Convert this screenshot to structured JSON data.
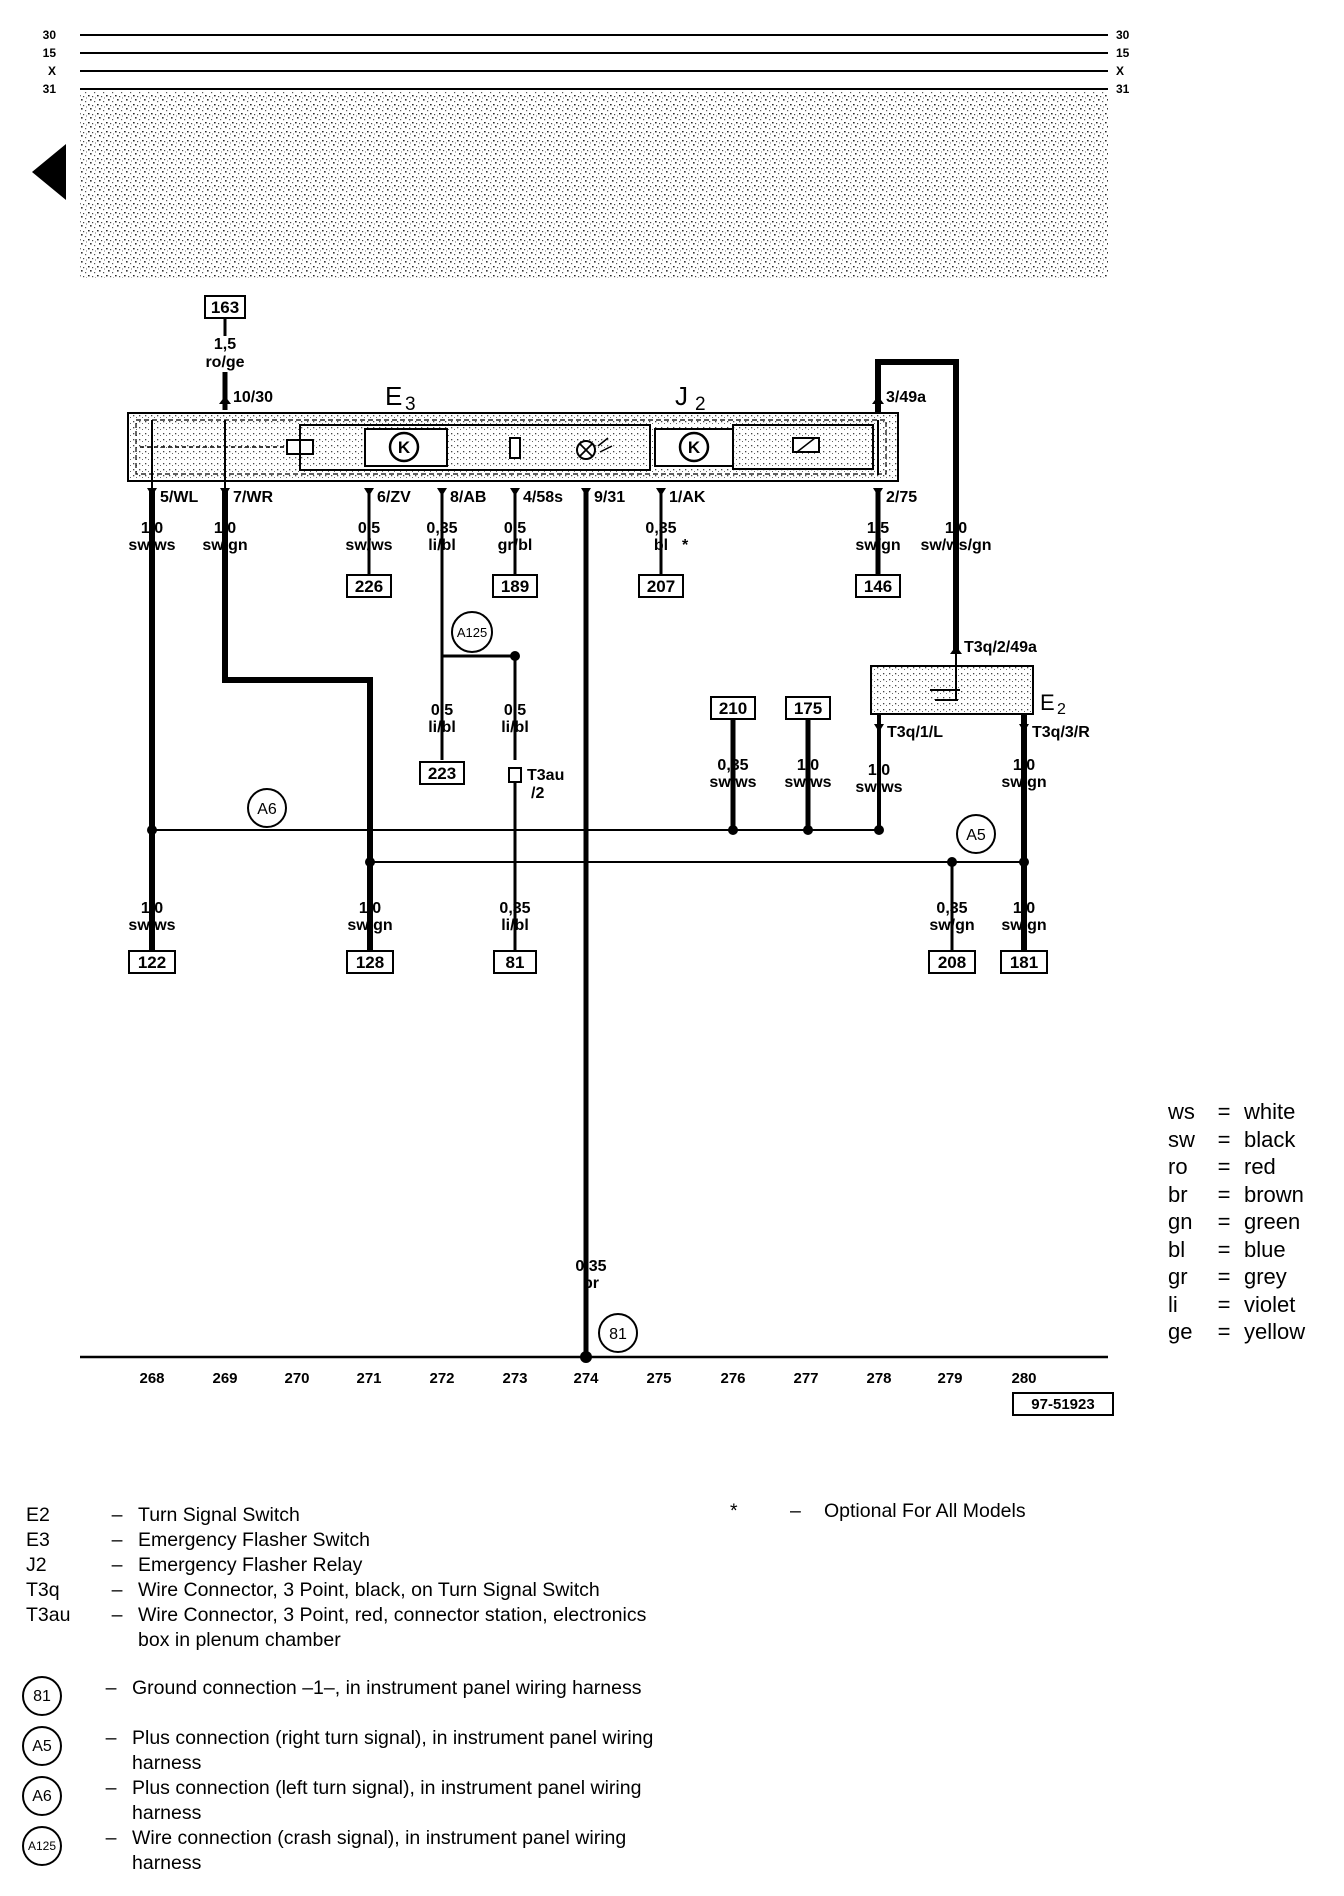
{
  "bus_labels": [
    "30",
    "15",
    "X",
    "31"
  ],
  "components": {
    "E3": {
      "code": "E",
      "sub": "3"
    },
    "J2": {
      "code": "J",
      "sub": "2"
    },
    "E2": {
      "code": "E",
      "sub": "2"
    }
  },
  "top_refs": [
    "163"
  ],
  "top_wire": {
    "gauge": "1,5",
    "color": "ro/ge",
    "pin": "10/30"
  },
  "pin_labels": {
    "p5": "5/WL",
    "p7": "7/WR",
    "p6": "6/ZV",
    "p8": "8/AB",
    "p4": "4/58s",
    "p9": "9/31",
    "p1": "1/AK",
    "p2": "2/75",
    "p3": "3/49a",
    "t3q2": "T3q/2/49a",
    "t3q1": "T3q/1/L",
    "t3q3": "T3q/3/R",
    "t3au": "T3au",
    "t3au2": "/2"
  },
  "wires": {
    "w1": {
      "g": "1,0",
      "c": "sw/ws"
    },
    "w2": {
      "g": "1,0",
      "c": "sw/gn"
    },
    "w3": {
      "g": "0,5",
      "c": "sw/ws"
    },
    "w4": {
      "g": "0,35",
      "c": "li/bl"
    },
    "w5": {
      "g": "0,5",
      "c": "gr/bl"
    },
    "w6": {
      "g": "0,35",
      "c": "bl",
      "mark": "*"
    },
    "w7": {
      "g": "1,5",
      "c": "sw/gn"
    },
    "w8": {
      "g": "1,0",
      "c": "sw/ws/gn"
    },
    "w9": {
      "g": "0,5",
      "c": "li/bl"
    },
    "w10": {
      "g": "0,5",
      "c": "li/bl"
    },
    "w11": {
      "g": "0,35",
      "c": "sw/ws"
    },
    "w12": {
      "g": "1,0",
      "c": "sw/ws"
    },
    "w13": {
      "g": "1,0",
      "c": "sw/ws"
    },
    "w14": {
      "g": "1,0",
      "c": "sw/gn"
    },
    "w15": {
      "g": "1,0",
      "c": "sw/ws"
    },
    "w16": {
      "g": "1,0",
      "c": "sw/gn"
    },
    "w17": {
      "g": "0,35",
      "c": "li/bl"
    },
    "w18": {
      "g": "0,35",
      "c": "sw/gn"
    },
    "w19": {
      "g": "1,0",
      "c": "sw/gn"
    },
    "w20": {
      "g": "0,35",
      "c": "br"
    }
  },
  "refs": {
    "r226": "226",
    "r189": "189",
    "r207": "207",
    "r146": "146",
    "r223": "223",
    "r210": "210",
    "r175": "175",
    "r122": "122",
    "r128": "128",
    "r81": "81",
    "r208": "208",
    "r181": "181"
  },
  "connections": {
    "a125": "A125",
    "a6": "A6",
    "a5": "A5",
    "g81": "81"
  },
  "scale": [
    "268",
    "269",
    "270",
    "271",
    "272",
    "273",
    "274",
    "275",
    "276",
    "277",
    "278",
    "279",
    "280"
  ],
  "figure_id": "97-51923",
  "color_legend": [
    {
      "abbr": "ws",
      "name": "white"
    },
    {
      "abbr": "sw",
      "name": "black"
    },
    {
      "abbr": "ro",
      "name": "red"
    },
    {
      "abbr": "br",
      "name": "brown"
    },
    {
      "abbr": "gn",
      "name": "green"
    },
    {
      "abbr": "bl",
      "name": "blue"
    },
    {
      "abbr": "gr",
      "name": "grey"
    },
    {
      "abbr": "li",
      "name": "violet"
    },
    {
      "abbr": "ge",
      "name": "yellow"
    }
  ],
  "key": [
    {
      "code": "E2",
      "desc": "Turn Signal Switch"
    },
    {
      "code": "E3",
      "desc": "Emergency Flasher Switch"
    },
    {
      "code": "J2",
      "desc": "Emergency Flasher Relay"
    },
    {
      "code": "T3q",
      "desc": "Wire Connector, 3 Point, black, on Turn Signal Switch"
    },
    {
      "code": "T3au",
      "desc": "Wire Connector, 3 Point, red, connector station, electronics box in plenum chamber"
    }
  ],
  "connection_key": [
    {
      "symbol": "81",
      "desc": "Ground connection –1–, in instrument panel wiring harness"
    },
    {
      "symbol": "A5",
      "desc": "Plus connection (right turn signal), in instrument panel wiring harness"
    },
    {
      "symbol": "A6",
      "desc": "Plus connection (left turn signal), in instrument panel wiring harness"
    },
    {
      "symbol": "A125",
      "desc": "Wire connection (crash signal), in instrument panel wiring harness"
    }
  ],
  "optional_note": {
    "mark": "*",
    "desc": "Optional For All Models"
  }
}
